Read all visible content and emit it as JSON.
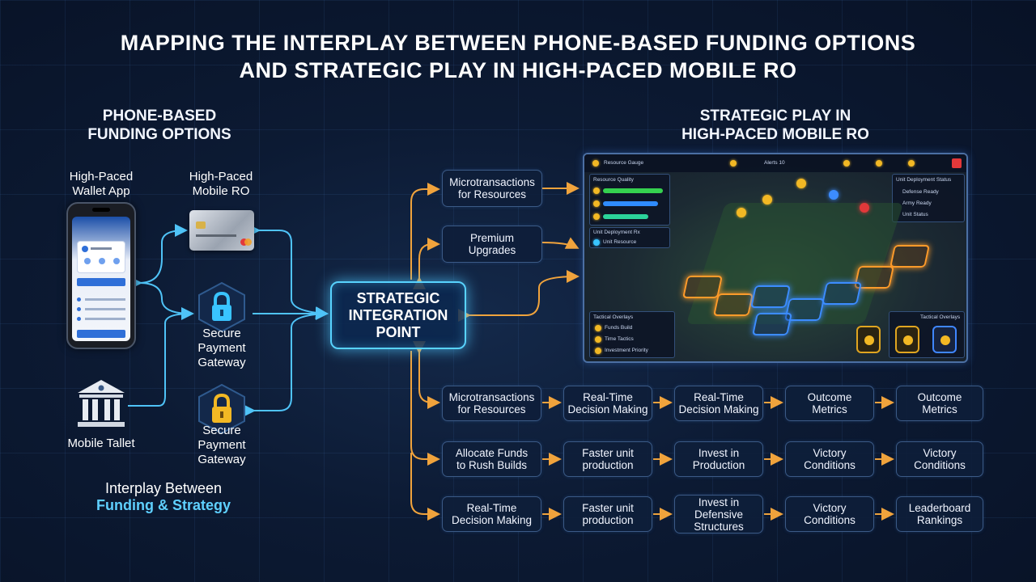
{
  "title": {
    "line1": "MAPPING THE INTERPLAY BETWEEN PHONE-BASED FUNDING OPTIONS",
    "line2": "AND STRATEGIC PLAY IN HIGH-PACED MOBILE RO"
  },
  "left": {
    "header_line1": "PHONE-BASED",
    "header_line2": "FUNDING OPTIONS",
    "wallet_label_line1": "High-Paced",
    "wallet_label_line2": "Wallet App",
    "card_label_line1": "High-Paced",
    "card_label_line2": "Mobile RO",
    "gateway1_line1": "Secure",
    "gateway1_line2": "Payment",
    "gateway1_line3": "Gateway",
    "gateway2_line1": "Secure",
    "gateway2_line2": "Payment",
    "gateway2_line3": "Gateway",
    "bank_label": "Mobile Tallet",
    "interplay_line1": "Interplay Between",
    "interplay_line2": "Funding & Strategy"
  },
  "center": {
    "line1": "STRATEGIC",
    "line2": "INTEGRATION",
    "line3": "POINT"
  },
  "right": {
    "header_line1": "STRATEGIC PLAY IN",
    "header_line2": "HIGH-PACED MOBILE RO",
    "top_boxes": [
      {
        "line1": "Microtransactions",
        "line2": "for Resources"
      },
      {
        "line1": "Premium",
        "line2": "Upgrades"
      }
    ],
    "flow_rows": [
      [
        {
          "line1": "Microtransactions",
          "line2": "for Resources"
        },
        {
          "line1": "Real-Time",
          "line2": "Decision Making"
        },
        {
          "line1": "Real-Time",
          "line2": "Decision Making"
        },
        {
          "line1": "Outcome",
          "line2": "Metrics"
        },
        {
          "line1": "Outcome",
          "line2": "Metrics"
        }
      ],
      [
        {
          "line1": "Allocate Funds",
          "line2": "to Rush Builds"
        },
        {
          "line1": "Faster unit",
          "line2": "production"
        },
        {
          "line1": "Invest in",
          "line2": "Production"
        },
        {
          "line1": "Victory",
          "line2": "Conditions"
        },
        {
          "line1": "Victory",
          "line2": "Conditions"
        }
      ],
      [
        {
          "line1": "Real-Time",
          "line2": "Decision Making"
        },
        {
          "line1": "Faster unit",
          "line2": "production"
        },
        {
          "line1": "Invest in",
          "line2": "Defensive",
          "line3": "Structures"
        },
        {
          "line1": "Victory",
          "line2": "Conditions"
        },
        {
          "line1": "Leaderboard",
          "line2": "Rankings"
        }
      ]
    ]
  },
  "game": {
    "top_left_label": "Resource Gauge",
    "top_center_label": "Alerts 10",
    "panel_left_title": "Resource Quality",
    "panel_right_title": "Unit Deployment Status",
    "panel_right_items": [
      "Defense Ready",
      "Army Ready",
      "Unit Status"
    ],
    "panel_left2_title": "Unit Deployment Rx",
    "panel_left2_item": "Unit Resource",
    "bottom_left_title": "Tactical Overlays",
    "bottom_left_items": [
      "Funds Build",
      "Time Tactics",
      "Investment Priority"
    ],
    "bottom_right_title": "Tactical Overlays"
  },
  "colors": {
    "accent_cyan": "#58d3ff",
    "arrow_orange": "#f0a33c",
    "arrow_blue": "#4fc3f7",
    "background": "#0c1a33"
  }
}
